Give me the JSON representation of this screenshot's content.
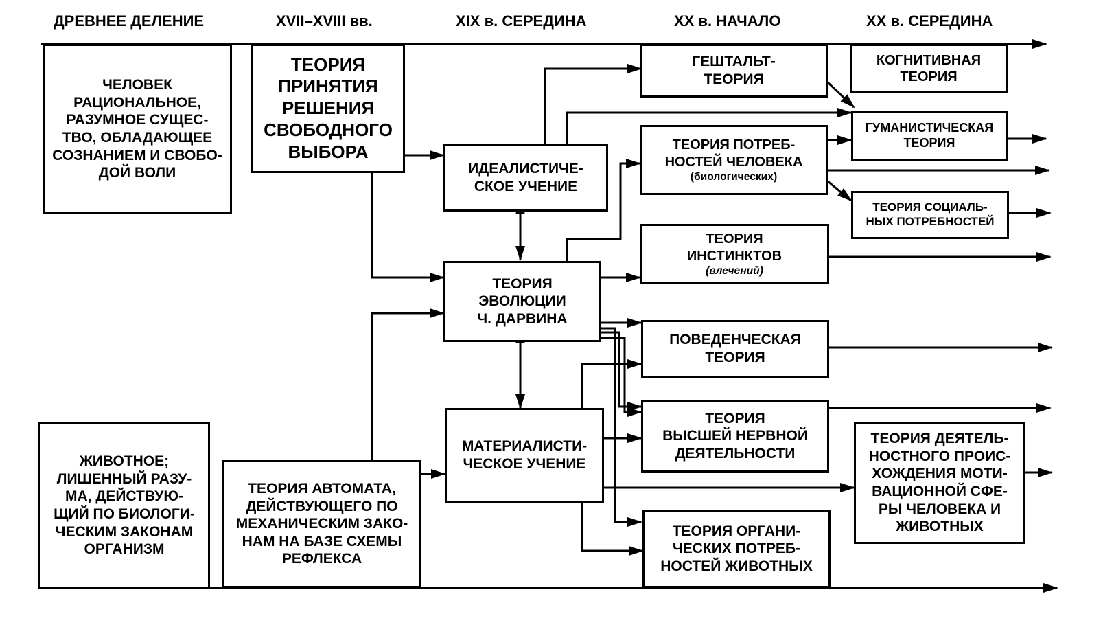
{
  "headers": {
    "ancient": "ДРЕВНЕЕ ДЕЛЕНИЕ",
    "c17_18": "XVII–XVIII вв.",
    "c19_mid": "XIX в.  СЕРЕДИНА",
    "c20_start": "XX в.  НАЧАЛО",
    "c20_mid": "XX в.  СЕРЕДИНА"
  },
  "boxes": {
    "human": "ЧЕЛОВЕК\nРАЦИОНАЛЬНОЕ,\nРАЗУМНОЕ СУЩЕС-\nТВО, ОБЛАДАЮЩЕЕ\nСОЗНАНИЕМ И СВОБО-\nДОЙ ВОЛИ",
    "animal": "ЖИВОТНОЕ;\nЛИШЕННЫЙ РАЗУ-\nМА, ДЕЙСТВУЮ-\nЩИЙ ПО БИОЛОГИ-\nЧЕСКИМ ЗАКОНАМ\nОРГАНИЗМ",
    "free_choice": "ТЕОРИЯ\nПРИНЯТИЯ\nРЕШЕНИЯ\nСВОБОДНОГО\nВЫБОРА",
    "automaton": "ТЕОРИЯ  АВТОМАТА,\nДЕЙСТВУЮЩЕГО ПО\nМЕХАНИЧЕСКИМ ЗАКО-\nНАМ  НА  БАЗЕ  СХЕМЫ\nРЕФЛЕКСА",
    "idealistic": "ИДЕАЛИСТИЧЕ-\nСКОЕ УЧЕНИЕ",
    "darwin": "ТЕОРИЯ\nЭВОЛЮЦИИ\nЧ. ДАРВИНА",
    "materialistic": "МАТЕРИАЛИСТИ-\nЧЕСКОЕ  УЧЕНИЕ",
    "gestalt": "ГЕШТАЛЬТ-\nТЕОРИЯ",
    "needs": "ТЕОРИЯ ПОТРЕБ-\nНОСТЕЙ ЧЕЛОВЕКА",
    "needs_sub": "(биологических)",
    "instincts": "ТЕОРИЯ\nИНСТИНКТОВ",
    "instincts_sub": "(влечений)",
    "behavioral": "ПОВЕДЕНЧЕСКАЯ\nТЕОРИЯ",
    "higher_nervous": "ТЕОРИЯ\nВЫСШЕЙ НЕРВНОЙ\nДЕЯТЕЛЬНОСТИ",
    "organic": "ТЕОРИЯ  ОРГАНИ-\nЧЕСКИХ ПОТРЕБ-\nНОСТЕЙ ЖИВОТНЫХ",
    "cognitive": "КОГНИТИВНАЯ\nТЕОРИЯ",
    "humanistic": "ГУМАНИСТИЧЕСКАЯ\nТЕОРИЯ",
    "social_needs": "ТЕОРИЯ СОЦИАЛЬ-\nНЫХ ПОТРЕБНОСТЕЙ",
    "activity": "ТЕОРИЯ  ДЕЯТЕЛЬ-\nНОСТНОГО ПРОИС-\nХОЖДЕНИЯ МОТИ-\nВАЦИОННОЙ СФЕ-\nРЫ ЧЕЛОВЕКА И\nЖИВОТНЫХ"
  }
}
